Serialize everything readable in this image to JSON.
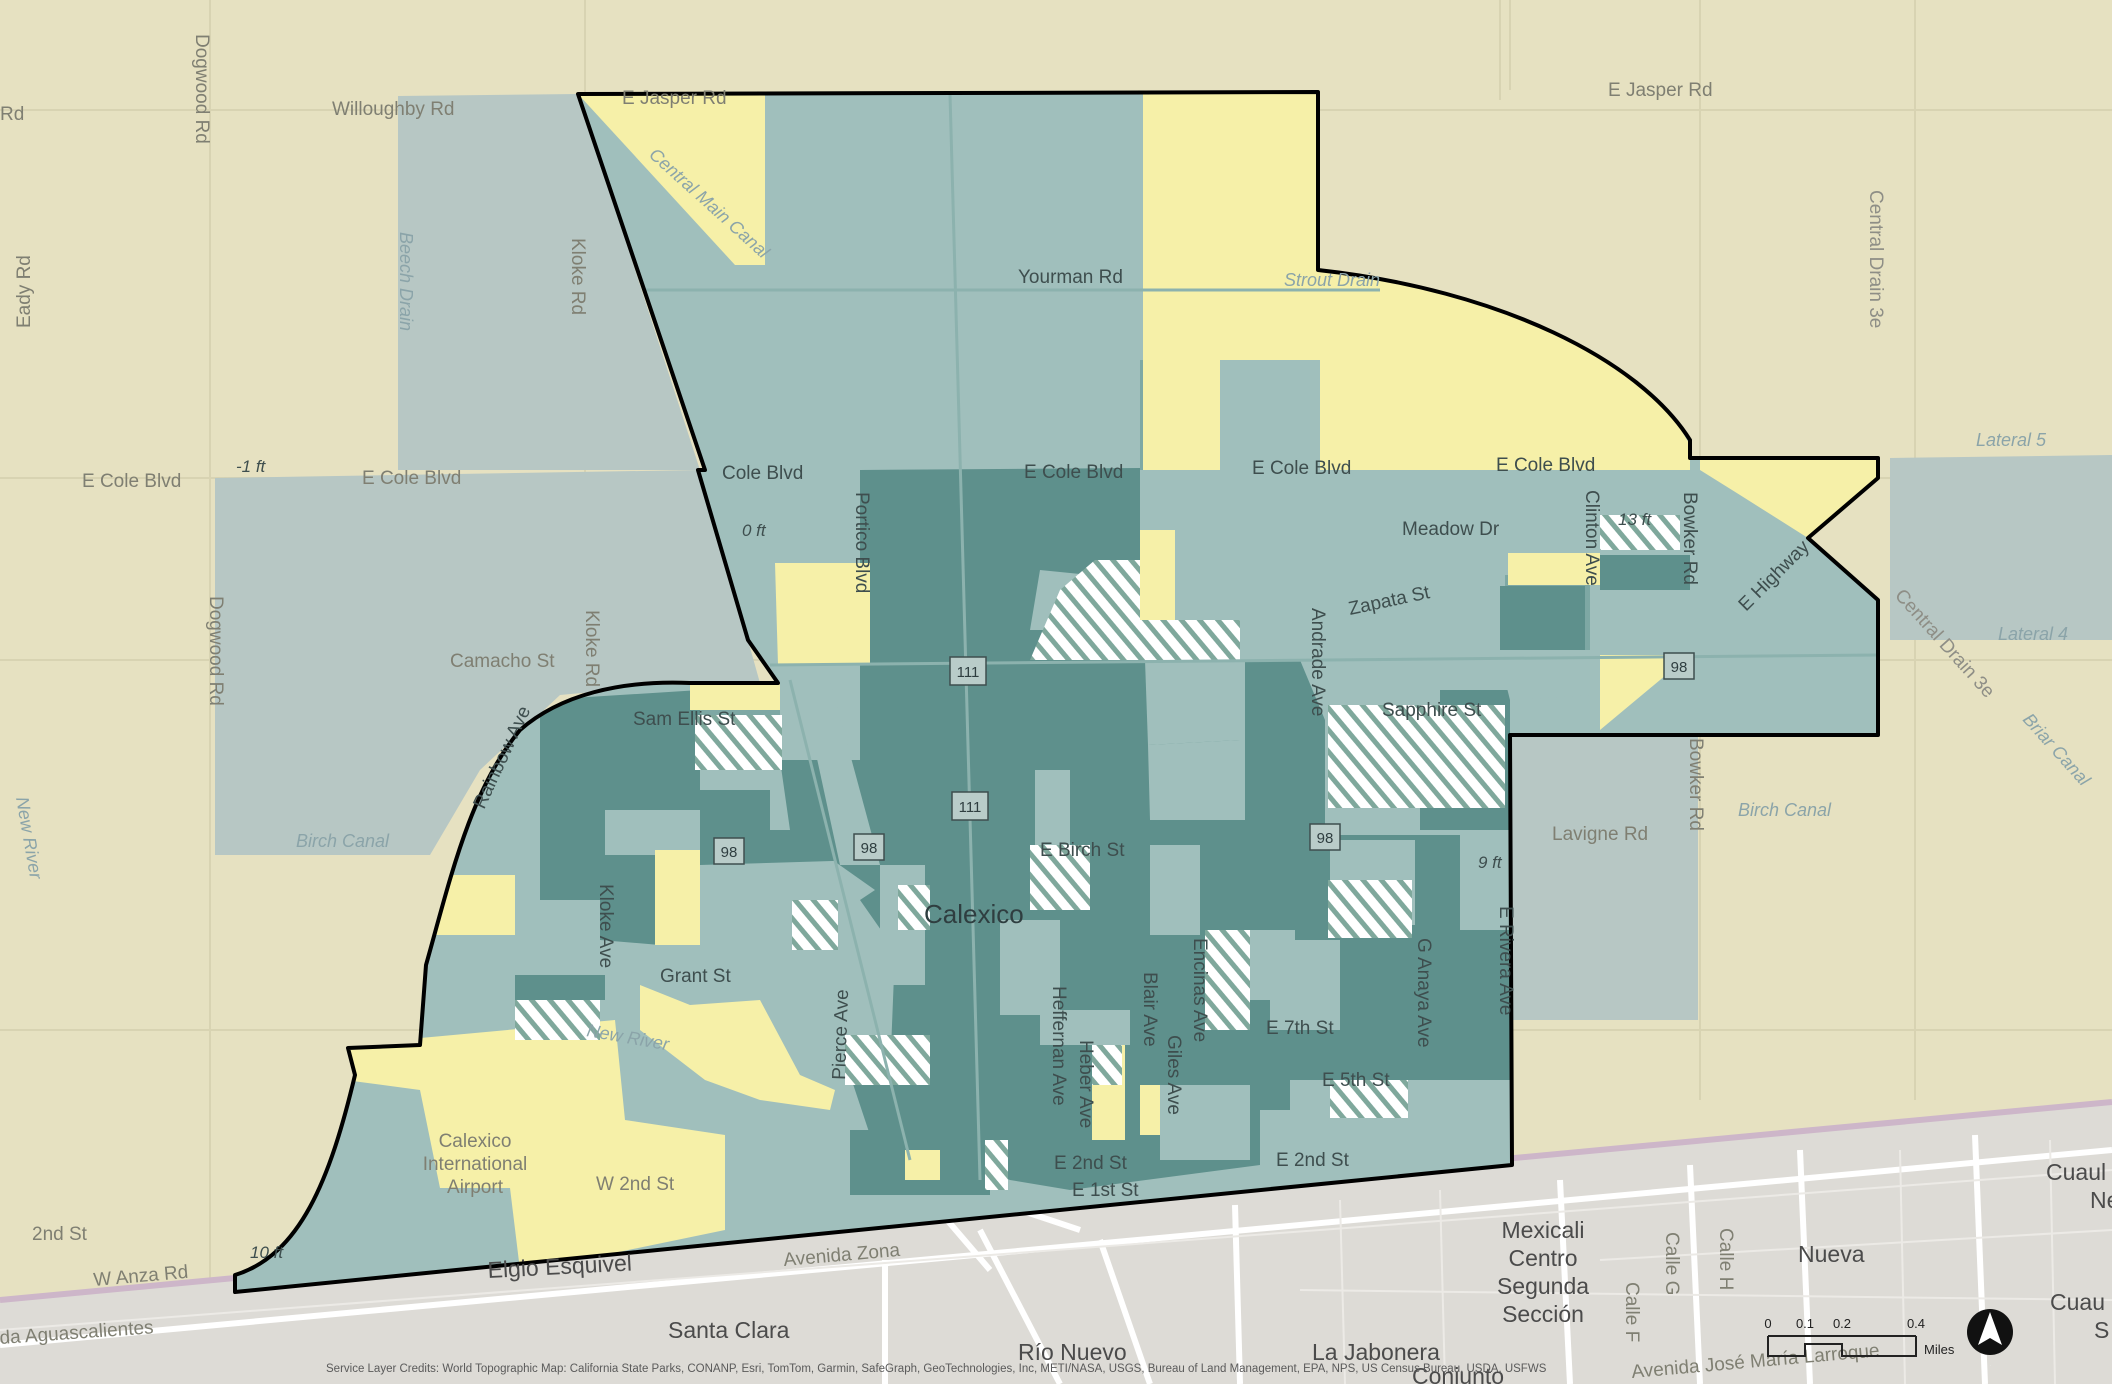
{
  "map": {
    "colors": {
      "background": "#e6e1c1",
      "outside_tract": "#b7c7c4",
      "light_tract": "#a0bfbc",
      "mid_tract": "#7ea8a4",
      "dark_tract": "#5e908c",
      "yellow": "#f6f0a8",
      "mexico": "#dddbd6",
      "boundary": "#000000"
    },
    "place_label": "Calexico",
    "streets": {
      "willoughby": "Willoughby Rd",
      "rd_left": "Rd",
      "jasper_w": "E Jasper Rd",
      "jasper_e": "E Jasper Rd",
      "yourman": "Yourman Rd",
      "cole_1": "E Cole Blvd",
      "cole_2": "E Cole Blvd",
      "cole_3": "Cole Blvd",
      "cole_4": "E Cole Blvd",
      "cole_5": "E Cole Blvd",
      "cole_6": "E Cole Blvd",
      "meadow": "Meadow Dr",
      "zapata": "Zapata St",
      "camacho": "Camacho St",
      "sam_ellis": "Sam Ellis St",
      "sapphire": "Sapphire St",
      "birch": "E Birch St",
      "grant": "Grant St",
      "seventh": "E 7th St",
      "fifth": "E 5th St",
      "second_e": "E 2nd St",
      "second_e2": "E 2nd St",
      "first": "E 1st St",
      "second_w": "W 2nd St",
      "second": "2nd St",
      "anza": "W Anza Rd",
      "lavigne": "Lavigne Rd",
      "dogwood_n": "Dogwood Rd",
      "dogwood_s": "Dogwood Rd",
      "eady": "Eady Rd",
      "kloke_n": "Kloke Rd",
      "kloke_m": "Kloke Rd",
      "kloke_s": "Kloke Ave",
      "portico": "Portico Blvd",
      "rainbow": "Rainbow Ave",
      "pierce": "Pierce Ave",
      "heffernan": "Heffernan Ave",
      "heber": "Heber Ave",
      "blair": "Blair Ave",
      "encinas": "Encinas Ave",
      "giles": "Giles Ave",
      "andrade": "Andrade Ave",
      "anaya": "G Anaya Ave",
      "rivera": "E Rivera Ave",
      "clinton": "Clinton Ave",
      "bowker": "Bowker Rd",
      "bowker_s": "Bowker Rd",
      "highway": "E Highway",
      "central_drain": "Central Drain 3e",
      "central_drain2": "Central Drain 3e"
    },
    "water": {
      "central_main_canal": "Central Main Canal",
      "beech_drain": "Beech Drain",
      "birch_canal_w": "Birch Canal",
      "birch_canal_e": "Birch Canal",
      "new_river": "New River",
      "new_river_w": "New River",
      "strout_drain": "Strout Drain",
      "lateral5": "Lateral 5",
      "lateral4": "Lateral 4",
      "briar_canal": "Briar Canal"
    },
    "elevation": {
      "neg1": "-1 ft",
      "zero": "0 ft",
      "thirteen": "13 ft",
      "nine": "9 ft",
      "ten": "10 ft"
    },
    "shields": {
      "hwy111_a": "111",
      "hwy111_b": "111",
      "hwy98_a": "98",
      "hwy98_b": "98",
      "hwy98_c": "98",
      "hwy98_d": "98"
    },
    "mexico_labels": {
      "elgio": "Elgio Esquivel",
      "avenida_zona": "Avenida Zona",
      "santa_clara": "Santa Clara",
      "rio_nuevo": "Río Nuevo",
      "la_jabonera": "La Jabonera",
      "conjunto": "Conjunto",
      "centro_1": "Mexicali",
      "centro_2": "Centro",
      "centro_3": "Segunda",
      "centro_4": "Sección",
      "nueva": "Nueva",
      "calle_g": "Calle G",
      "calle_h": "Calle H",
      "calle_f": "Calle F",
      "cuau1": "Cuaul",
      "cuau1b": "Ne",
      "cuau2": "Cuau",
      "cuau2b": "S",
      "aguascalientes": "da Aguascalientes",
      "larroque": "Avenida José María Larroque",
      "airport_1": "Calexico",
      "airport_2": "International",
      "airport_3": "Airport"
    },
    "scale_bar": {
      "t0": "0",
      "t1": "0.1",
      "t2": "0.2",
      "t3": "0.4",
      "unit": "Miles"
    },
    "north_arrow": "N",
    "credits": "Service Layer Credits: World Topographic Map: California State Parks, CONANP, Esri, TomTom, Garmin, SafeGraph, GeoTechnologies, Inc, METI/NASA, USGS, Bureau of Land Management, EPA, NPS, US Census Bureau, USDA, USFWS"
  }
}
